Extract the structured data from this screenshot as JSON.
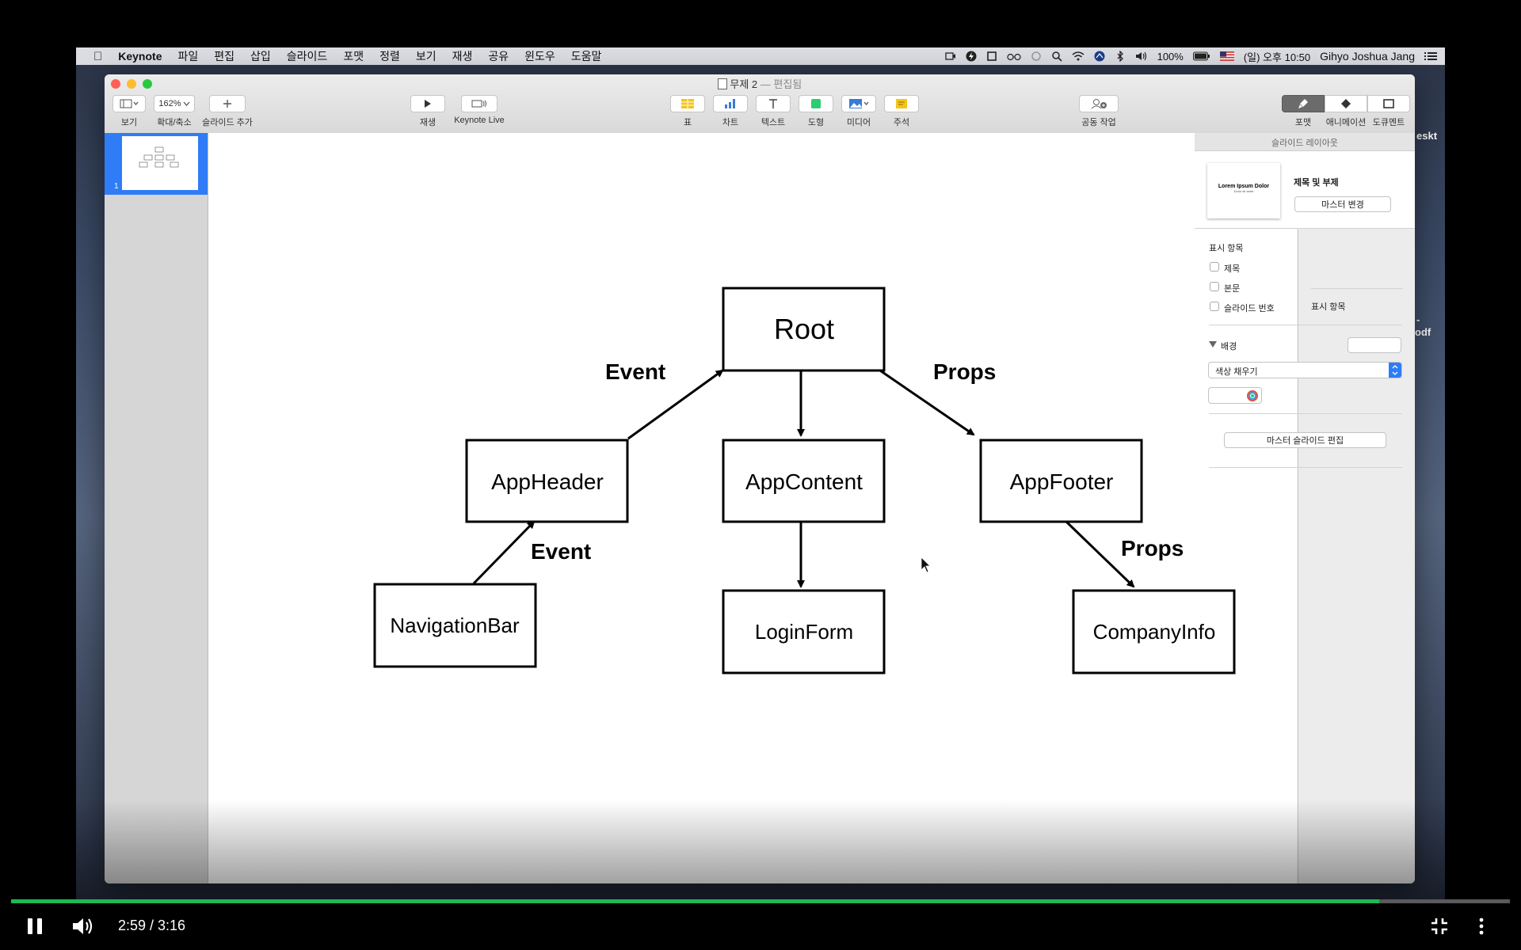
{
  "menubar": {
    "app_name": "Keynote",
    "items": [
      "파일",
      "편집",
      "삽입",
      "슬라이드",
      "포맷",
      "정렬",
      "보기",
      "재생",
      "공유",
      "윈도우",
      "도움말"
    ],
    "battery": "100%",
    "datetime": "(일) 오후 10:50",
    "user": "Gihyo Joshua Jang"
  },
  "desktop": {
    "label1": "eskt",
    "label2": "-",
    "label3": "odf"
  },
  "window": {
    "title": "무제 2",
    "title_suffix": "— 편집됨",
    "zoom": "162%",
    "toolbar": {
      "view": "보기",
      "zoom_label": "확대/축소",
      "add_slide": "슬라이드 추가",
      "play": "재생",
      "keynote_live": "Keynote Live",
      "table": "표",
      "chart": "차트",
      "text": "텍스트",
      "shape": "도형",
      "media": "미디어",
      "comment": "주석",
      "collaborate": "공동 작업",
      "format": "포맷",
      "animate": "애니메이션",
      "document": "도큐멘트"
    }
  },
  "navigator": {
    "slide_number": "1"
  },
  "slide": {
    "nodes": {
      "root": "Root",
      "app_header": "AppHeader",
      "app_content": "AppContent",
      "app_footer": "AppFooter",
      "navigation_bar": "NavigationBar",
      "login_form": "LoginForm",
      "company_info": "CompanyInfo"
    },
    "edges": {
      "event_top": "Event",
      "props_top": "Props",
      "event_bottom": "Event",
      "props_bottom": "Props"
    }
  },
  "inspector": {
    "header": "슬라이드 레이아웃",
    "layout_preview_title": "Lorem Ipsum Dolor",
    "layout_preview_sub": "Dolor sit amet",
    "layout_name": "제목 및 부제",
    "change_master": "마스터 변경",
    "appearance_heading": "표시 항목",
    "cb_title": "제목",
    "cb_body": "본문",
    "cb_slide_number": "슬라이드 번호",
    "background_heading": "배경",
    "fill_type": "색상 채우기",
    "edit_master": "마스터 슬라이드 편집"
  },
  "player": {
    "time": "2:59 / 3:16",
    "progress": 0.913,
    "accent": "#1db954"
  }
}
